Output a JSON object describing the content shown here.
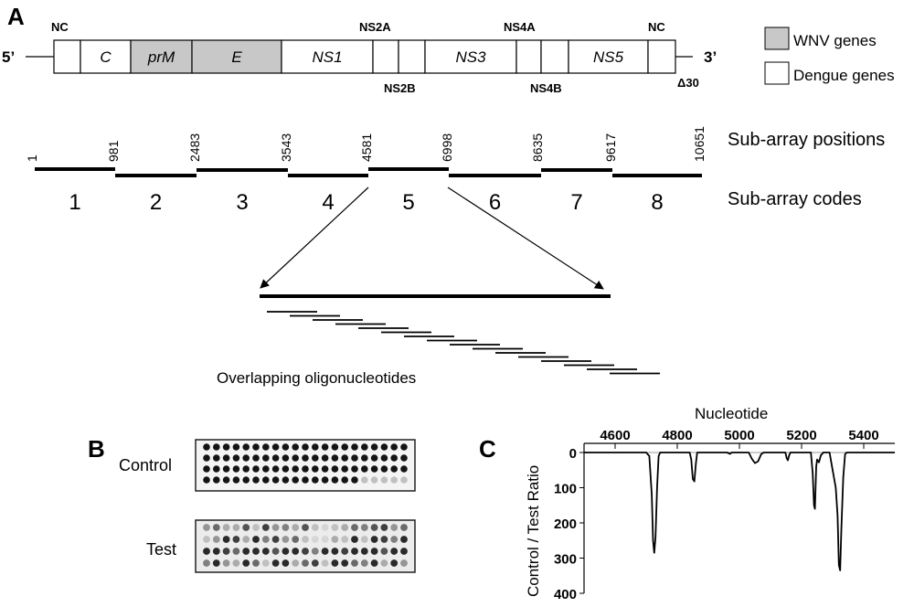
{
  "panel_labels": {
    "a": "A",
    "b": "B",
    "c": "C"
  },
  "genome": {
    "five_prime": "5’",
    "three_prime": "3’",
    "deletion_label": "Δ30",
    "segments": [
      {
        "label": "",
        "type": "nc"
      },
      {
        "label": "C",
        "type": "dengue"
      },
      {
        "label": "prM",
        "type": "wnv"
      },
      {
        "label": "E",
        "type": "wnv"
      },
      {
        "label": "NS1",
        "type": "dengue"
      },
      {
        "label": "",
        "type": "dengue"
      },
      {
        "label": "",
        "type": "dengue"
      },
      {
        "label": "NS3",
        "type": "dengue"
      },
      {
        "label": "",
        "type": "dengue"
      },
      {
        "label": "",
        "type": "dengue"
      },
      {
        "label": "NS5",
        "type": "dengue"
      },
      {
        "label": "",
        "type": "nc"
      }
    ],
    "above_labels": [
      "NC",
      "NS2A",
      "NS4A",
      "NC"
    ],
    "below_labels": [
      "NS2B",
      "NS4B"
    ]
  },
  "legend": {
    "items": [
      {
        "label": "WNV genes",
        "color": "#c8c8c8"
      },
      {
        "label": "Dengue genes",
        "color": "#ffffff"
      }
    ]
  },
  "subarray": {
    "positions_title": "Sub-array positions",
    "codes_title": "Sub-array codes",
    "positions": [
      "1",
      "981",
      "2483",
      "3543",
      "4581",
      "6998",
      "8635",
      "9617",
      "10651"
    ],
    "codes": [
      "1",
      "2",
      "3",
      "4",
      "5",
      "6",
      "7",
      "8"
    ]
  },
  "oligo_caption": "Overlapping oligonucleotides",
  "panel_b": {
    "control_label": "Control",
    "test_label": "Test",
    "control_levels": [
      [
        1,
        1,
        1,
        1,
        1,
        1,
        1,
        1,
        1,
        1,
        1,
        1,
        1,
        1,
        1,
        1,
        1,
        1,
        1,
        1,
        1
      ],
      [
        1,
        1,
        1,
        1,
        1,
        1,
        1,
        1,
        1,
        1,
        1,
        1,
        1,
        1,
        1,
        1,
        1,
        1,
        1,
        1,
        1
      ],
      [
        1,
        1,
        1,
        1,
        1,
        1,
        1,
        1,
        1,
        1,
        1,
        1,
        1,
        1,
        1,
        1,
        1,
        1,
        1,
        1,
        1
      ],
      [
        1,
        1,
        1,
        1,
        1,
        1,
        1,
        1,
        1,
        1,
        1,
        1,
        1,
        1,
        1,
        1,
        0.2,
        0.2,
        0.2,
        0.2,
        0.2
      ]
    ],
    "test_levels": [
      [
        0.4,
        0.6,
        0.3,
        0.3,
        0.7,
        0.2,
        0.8,
        0.4,
        0.5,
        0.3,
        0.7,
        0.2,
        0.1,
        0.2,
        0.3,
        0.6,
        0.5,
        0.7,
        0.8,
        0.4,
        0.6
      ],
      [
        0.2,
        0.4,
        0.9,
        0.8,
        0.3,
        0.9,
        0.5,
        0.8,
        0.4,
        0.6,
        0.2,
        0.1,
        0.1,
        0.3,
        0.2,
        0.9,
        0.2,
        0.9,
        0.8,
        0.5,
        0.9
      ],
      [
        0.9,
        0.9,
        0.8,
        0.6,
        0.9,
        0.9,
        0.9,
        0.7,
        0.9,
        0.9,
        0.8,
        0.5,
        0.9,
        0.9,
        0.8,
        0.9,
        0.9,
        0.9,
        0.7,
        0.9,
        0.9
      ],
      [
        0.5,
        0.9,
        0.4,
        0.3,
        0.9,
        0.6,
        0.2,
        0.9,
        0.9,
        0.3,
        0.6,
        0.8,
        0.2,
        0.9,
        0.9,
        0.6,
        0.5,
        0.9,
        0.3,
        0.9,
        0.4
      ]
    ]
  },
  "chart_data": {
    "type": "line",
    "title": "",
    "xlabel": "Nucleotide",
    "ylabel": "Control / Test Ratio",
    "xlim": [
      4500,
      5500
    ],
    "ylim": [
      0,
      400
    ],
    "x_ticks": [
      4600,
      4800,
      5000,
      5200,
      5400
    ],
    "y_ticks": [
      0,
      100,
      200,
      300,
      400
    ],
    "y_inverted": true,
    "series": [
      {
        "color": "#000000",
        "points": [
          [
            4500,
            0
          ],
          [
            4700,
            0
          ],
          [
            4710,
            10
          ],
          [
            4718,
            120
          ],
          [
            4722,
            250
          ],
          [
            4726,
            285
          ],
          [
            4730,
            240
          ],
          [
            4735,
            100
          ],
          [
            4740,
            10
          ],
          [
            4745,
            0
          ],
          [
            4840,
            0
          ],
          [
            4845,
            20
          ],
          [
            4850,
            75
          ],
          [
            4855,
            82
          ],
          [
            4860,
            30
          ],
          [
            4864,
            0
          ],
          [
            4960,
            0
          ],
          [
            4970,
            4
          ],
          [
            4975,
            0
          ],
          [
            5030,
            0
          ],
          [
            5040,
            18
          ],
          [
            5050,
            30
          ],
          [
            5060,
            25
          ],
          [
            5070,
            5
          ],
          [
            5078,
            0
          ],
          [
            5148,
            0
          ],
          [
            5152,
            16
          ],
          [
            5156,
            22
          ],
          [
            5160,
            8
          ],
          [
            5164,
            0
          ],
          [
            5230,
            0
          ],
          [
            5236,
            60
          ],
          [
            5240,
            150
          ],
          [
            5243,
            160
          ],
          [
            5247,
            40
          ],
          [
            5250,
            20
          ],
          [
            5256,
            28
          ],
          [
            5262,
            8
          ],
          [
            5270,
            0
          ],
          [
            5290,
            0
          ],
          [
            5300,
            50
          ],
          [
            5310,
            100
          ],
          [
            5316,
            180
          ],
          [
            5320,
            320
          ],
          [
            5324,
            335
          ],
          [
            5328,
            220
          ],
          [
            5334,
            70
          ],
          [
            5340,
            5
          ],
          [
            5345,
            0
          ],
          [
            5500,
            0
          ]
        ]
      }
    ]
  }
}
